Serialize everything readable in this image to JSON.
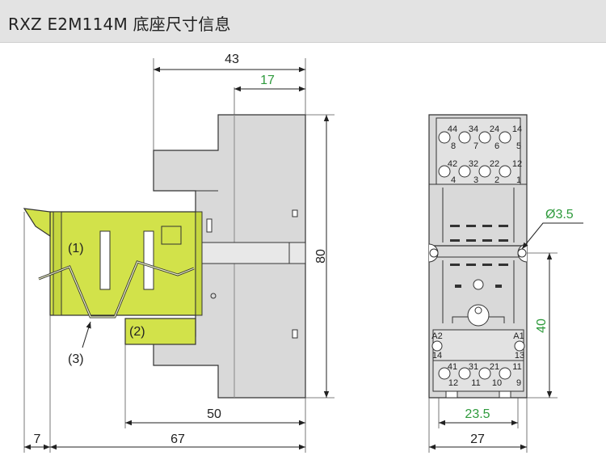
{
  "header": {
    "title": "RXZ E2M114M  底座尺寸信息"
  },
  "dimensions": {
    "d43": "43",
    "d17": "17",
    "d80": "80",
    "d50": "50",
    "d7": "7",
    "d67": "67",
    "dia": "Ø3.5",
    "d40": "40",
    "d23": "23.5",
    "d27": "27"
  },
  "callouts": {
    "c1": "(1)",
    "c2": "(2)",
    "c3": "(3)"
  },
  "terminals": {
    "r1": [
      "44",
      "34",
      "24",
      "14"
    ],
    "r2": [
      "8",
      "7",
      "6",
      "5"
    ],
    "r3": [
      "42",
      "32",
      "22",
      "12"
    ],
    "r4": [
      "4",
      "3",
      "2",
      "1"
    ],
    "a2": "A2",
    "a1": "A1",
    "n14": "14",
    "n13": "13",
    "r5": [
      "41",
      "31",
      "21",
      "11"
    ],
    "r6": [
      "12",
      "11",
      "10",
      "9"
    ]
  },
  "colors": {
    "accent_green": "#2e9a3c",
    "clip_green": "#d2e24a",
    "body_gray": "#d9d9d9"
  }
}
